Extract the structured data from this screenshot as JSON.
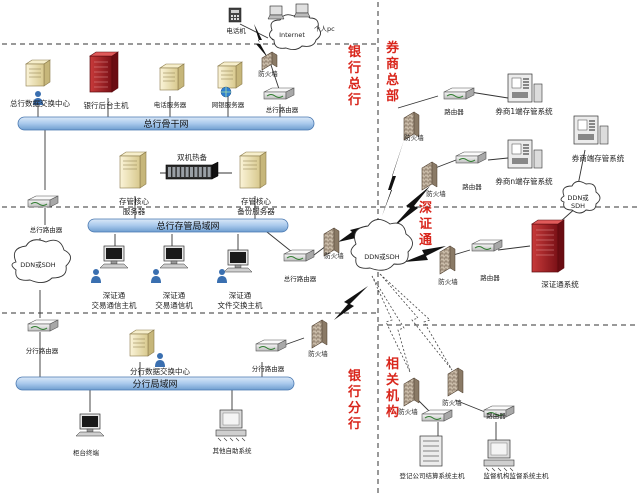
{
  "regions": {
    "bank_hq": "银行总行",
    "broker_hq": "券商总部",
    "sz_connect": "深证通",
    "bank_branch": "银行分行",
    "related_org": "相关机构"
  },
  "buses": {
    "hq_backbone": "总行骨干网",
    "hq_custody_lan": "总行存管局域网",
    "branch_lan": "分行局域网"
  },
  "labels": {
    "telephone": "电话机",
    "internet": "Internet",
    "pc": "个人pc",
    "firewall_top": "防火墙",
    "hq_data_center": "总行数据交换中心",
    "bank_host": "银行后台主机",
    "phone_server": "电话服务器",
    "web_server": "网银服务器",
    "hq_router_top": "总行路由器",
    "dual_hot": "双机热备",
    "custody_core_server": "存管核心服务器",
    "custody_core_backup": "存管核心备份服务器",
    "hq_router_left": "总行路由器",
    "hq_router_right": "总行路由器",
    "firewall_mid": "防火墙",
    "ddn_left": "DDN或SDH",
    "ddn_center": "DDN或SDH",
    "szt_comm_host": "深证通交易通信主机",
    "sz_trade_comm": "深证通交易通信机",
    "szt_file_host": "深证通文件交换主机",
    "branch_router_left": "分行路由器",
    "branch_data_center": "分行数据交换中心",
    "branch_router_right": "分行路由器",
    "firewall_branch": "防火墙",
    "teller_terminal": "柜台终端",
    "self_service": "其他自助系统",
    "router_b1": "路由器",
    "firewall_b1": "防火墙",
    "broker1_system": "券商1端存管系统",
    "router_bn": "路由器",
    "firewall_bn": "防火墙",
    "brokern_system": "券商n端存管系统",
    "broker_system_right": "券商端存管系统",
    "ddn_right": "DDN或SDH",
    "firewall_szt": "防火墙",
    "router_szt": "路由器",
    "szt_system": "深证通系统",
    "firewall_rel1": "防火墙",
    "router_rel1": "路由器",
    "firewall_rel2": "防火墙",
    "router_rel2": "路由器",
    "registrar_host": "登记公司结算系统主机",
    "regulator_host": "监督机构监督系统主机"
  },
  "colors": {
    "bus": "#a9c9ec",
    "bus_edge": "#4a78b0",
    "region": "#d9261c",
    "line": "#333333",
    "dash": "#333333",
    "server": "#efe6c4",
    "server_edge": "#8a7a4a",
    "mainframe": "#b8202a",
    "router": "#e8e8e8",
    "firewall": "#7a6a5a"
  }
}
